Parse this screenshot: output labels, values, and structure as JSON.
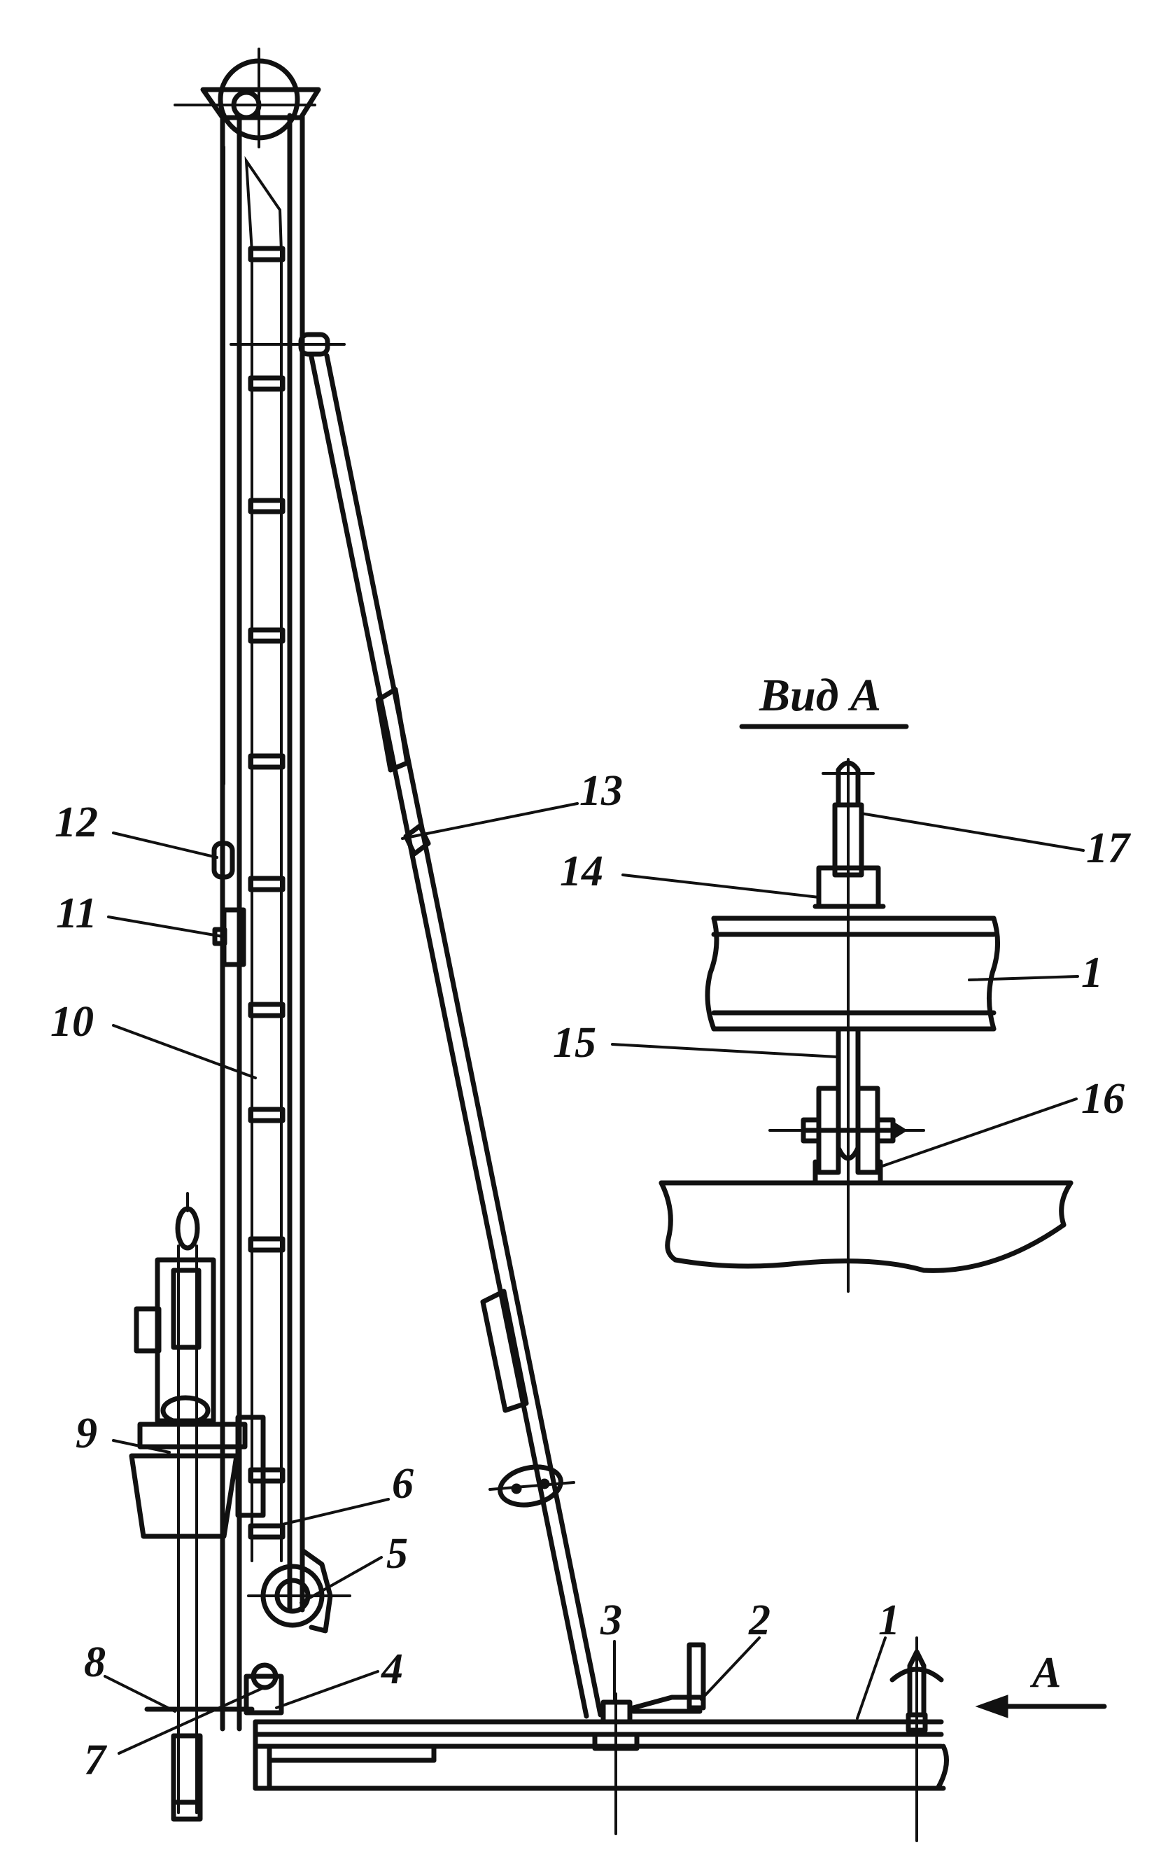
{
  "title": "Вид А",
  "view_arrow_label": "А",
  "callouts": [
    {
      "id": "1",
      "text": "1"
    },
    {
      "id": "1b",
      "text": "1"
    },
    {
      "id": "2",
      "text": "2"
    },
    {
      "id": "3",
      "text": "3"
    },
    {
      "id": "4",
      "text": "4"
    },
    {
      "id": "5",
      "text": "5"
    },
    {
      "id": "6",
      "text": "6"
    },
    {
      "id": "7",
      "text": "7"
    },
    {
      "id": "8",
      "text": "8"
    },
    {
      "id": "9",
      "text": "9"
    },
    {
      "id": "10",
      "text": "10"
    },
    {
      "id": "11",
      "text": "11"
    },
    {
      "id": "12",
      "text": "12"
    },
    {
      "id": "13",
      "text": "13"
    },
    {
      "id": "14",
      "text": "14"
    },
    {
      "id": "15",
      "text": "15"
    },
    {
      "id": "16",
      "text": "16"
    },
    {
      "id": "17",
      "text": "17"
    }
  ]
}
